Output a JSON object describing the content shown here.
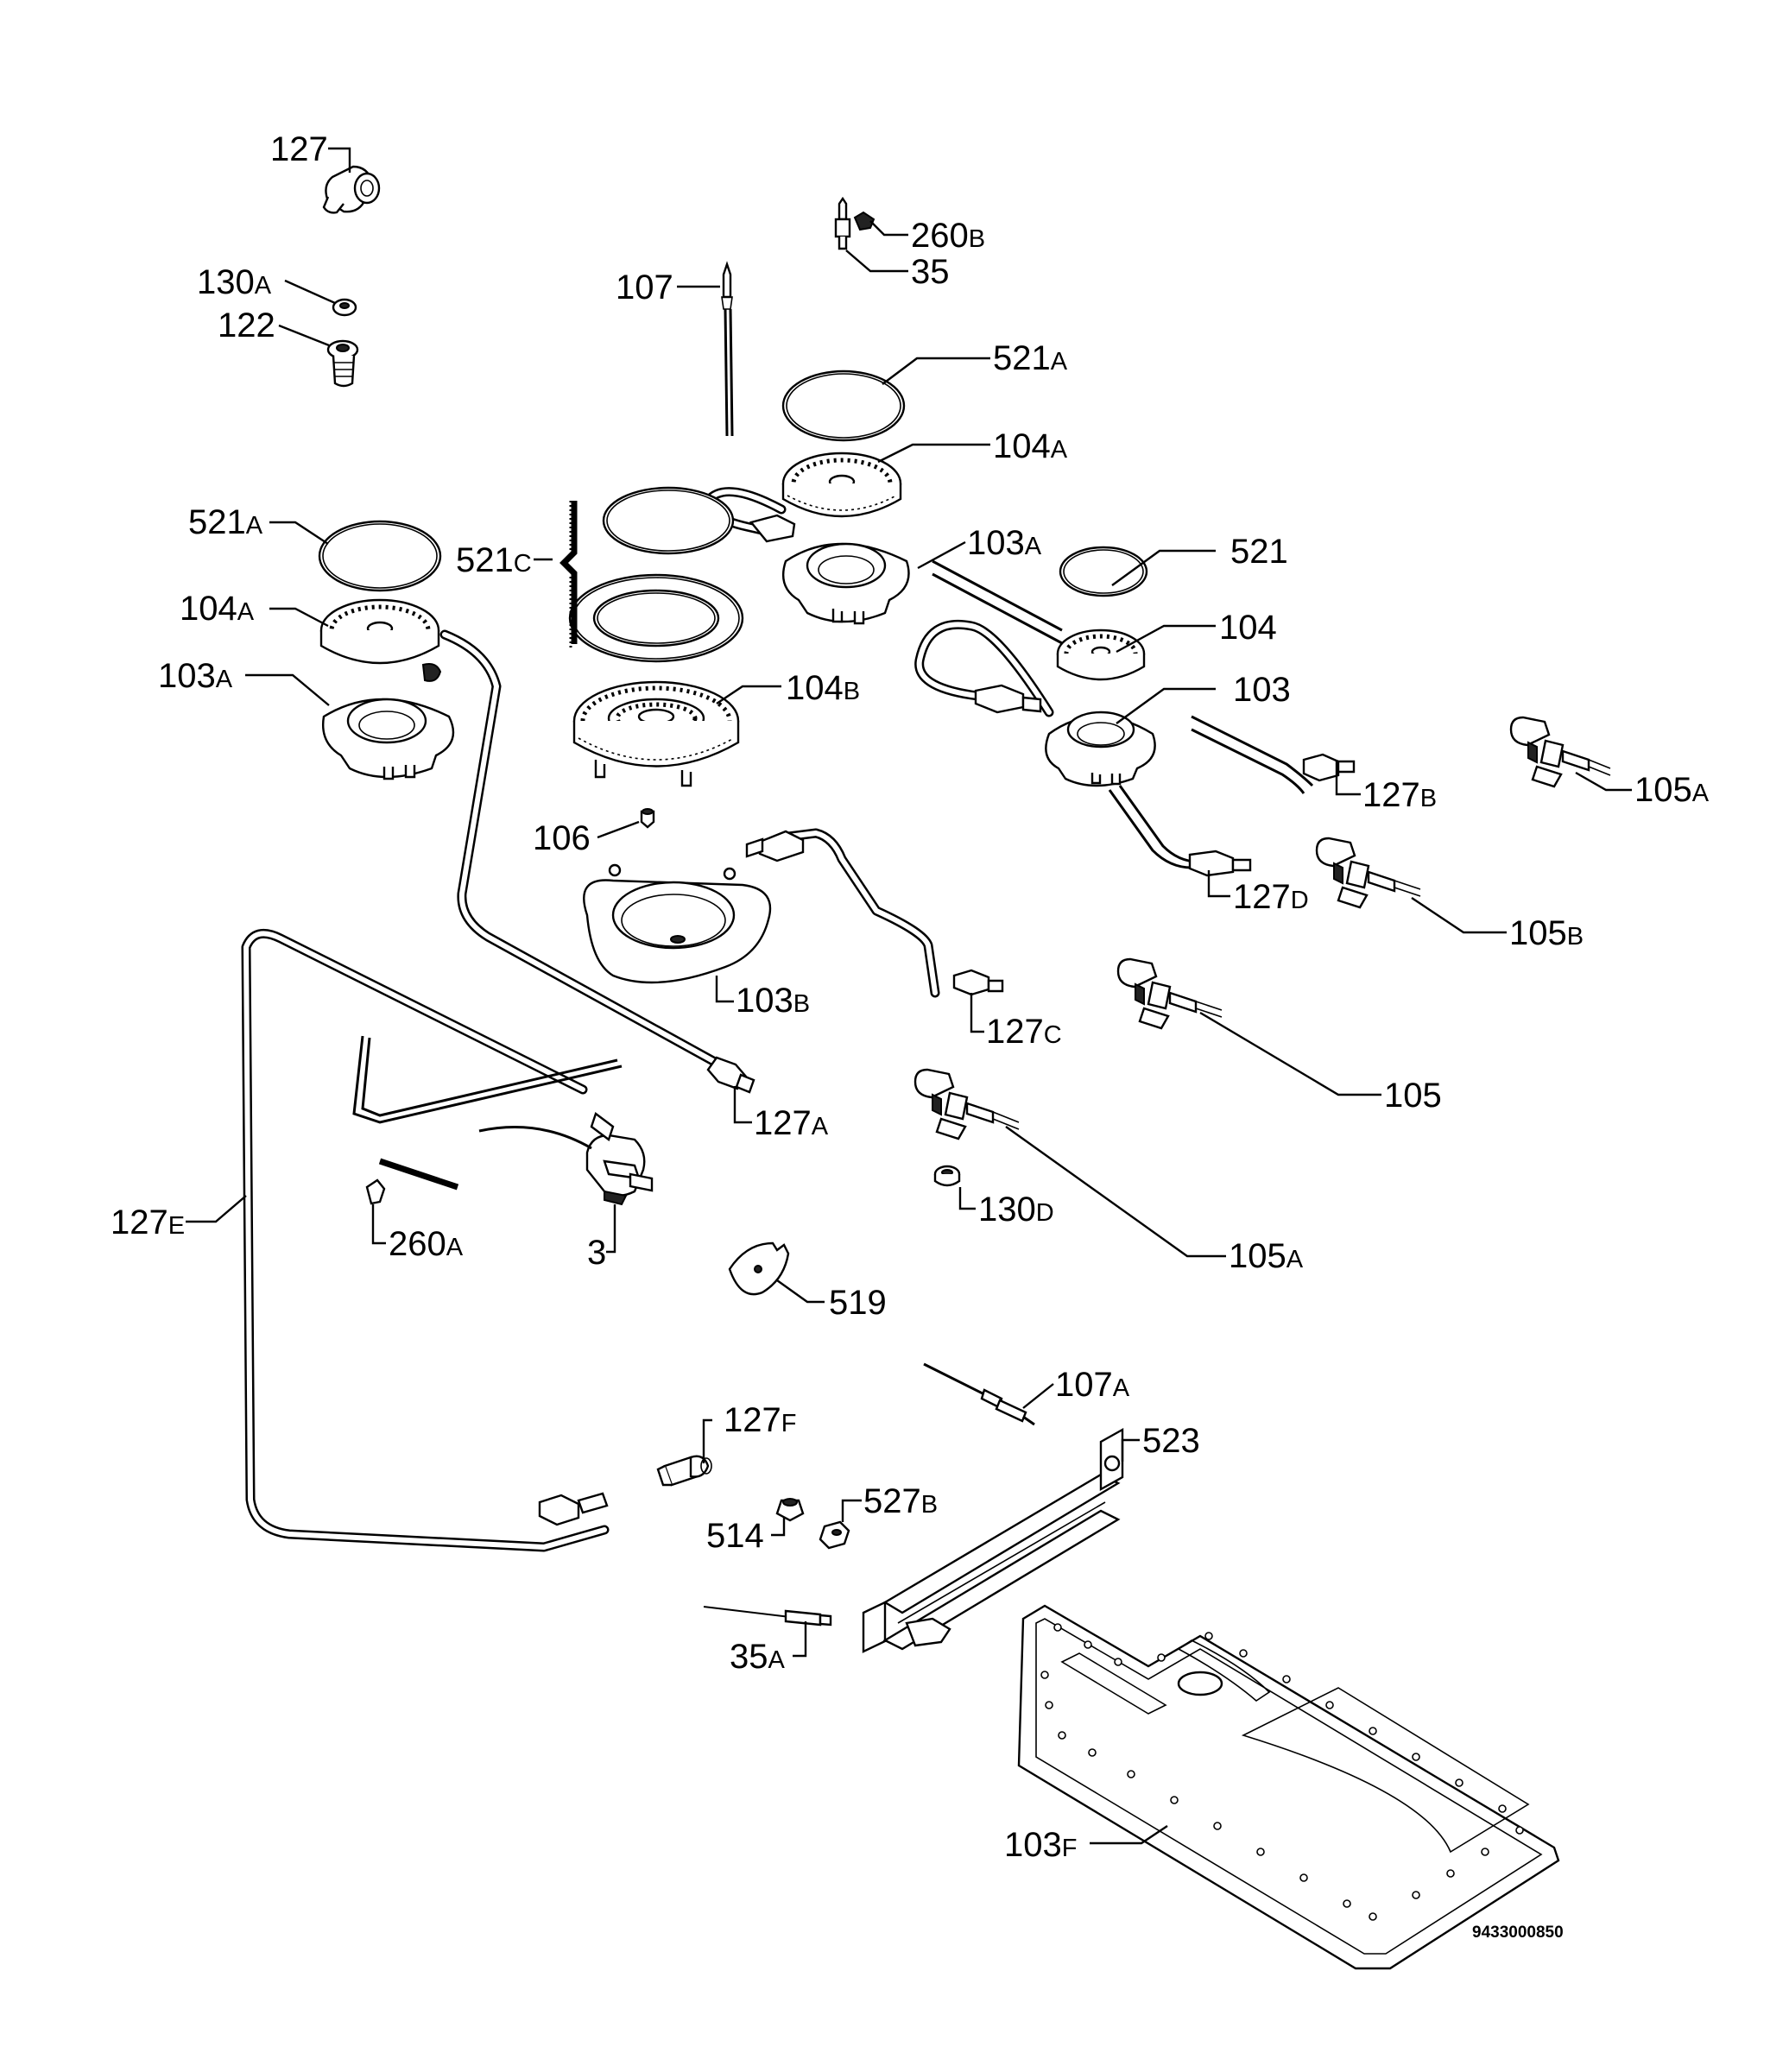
{
  "diagram": {
    "document_code": "9433000850",
    "labels": [
      {
        "id": "127",
        "num": "127",
        "suffix": ""
      },
      {
        "id": "260B",
        "num": "260",
        "suffix": "B"
      },
      {
        "id": "35",
        "num": "35",
        "suffix": ""
      },
      {
        "id": "130A",
        "num": "130",
        "suffix": "A"
      },
      {
        "id": "122",
        "num": "122",
        "suffix": ""
      },
      {
        "id": "107",
        "num": "107",
        "suffix": ""
      },
      {
        "id": "521A-top",
        "num": "521",
        "suffix": "A"
      },
      {
        "id": "104A-top",
        "num": "104",
        "suffix": "A"
      },
      {
        "id": "103A-top",
        "num": "103",
        "suffix": "A"
      },
      {
        "id": "521A-left",
        "num": "521",
        "suffix": "A"
      },
      {
        "id": "521C",
        "num": "521",
        "suffix": "C"
      },
      {
        "id": "104A-left",
        "num": "104",
        "suffix": "A"
      },
      {
        "id": "103A-left",
        "num": "103",
        "suffix": "A"
      },
      {
        "id": "521",
        "num": "521",
        "suffix": ""
      },
      {
        "id": "104",
        "num": "104",
        "suffix": ""
      },
      {
        "id": "103",
        "num": "103",
        "suffix": ""
      },
      {
        "id": "104B",
        "num": "104",
        "suffix": "B"
      },
      {
        "id": "127B",
        "num": "127",
        "suffix": "B"
      },
      {
        "id": "105A-top",
        "num": "105",
        "suffix": "A"
      },
      {
        "id": "106",
        "num": "106",
        "suffix": ""
      },
      {
        "id": "127D",
        "num": "127",
        "suffix": "D"
      },
      {
        "id": "105B",
        "num": "105",
        "suffix": "B"
      },
      {
        "id": "103B",
        "num": "103",
        "suffix": "B"
      },
      {
        "id": "127C",
        "num": "127",
        "suffix": "C"
      },
      {
        "id": "105",
        "num": "105",
        "suffix": ""
      },
      {
        "id": "127A",
        "num": "127",
        "suffix": "A"
      },
      {
        "id": "127E",
        "num": "127",
        "suffix": "E"
      },
      {
        "id": "260A",
        "num": "260",
        "suffix": "A"
      },
      {
        "id": "3",
        "num": "3",
        "suffix": ""
      },
      {
        "id": "130D",
        "num": "130",
        "suffix": "D"
      },
      {
        "id": "105A-bottom",
        "num": "105",
        "suffix": "A"
      },
      {
        "id": "519",
        "num": "519",
        "suffix": ""
      },
      {
        "id": "107A",
        "num": "107",
        "suffix": "A"
      },
      {
        "id": "127F",
        "num": "127",
        "suffix": "F"
      },
      {
        "id": "523",
        "num": "523",
        "suffix": ""
      },
      {
        "id": "527B",
        "num": "527",
        "suffix": "B"
      },
      {
        "id": "514",
        "num": "514",
        "suffix": ""
      },
      {
        "id": "35A",
        "num": "35",
        "suffix": "A"
      },
      {
        "id": "103F",
        "num": "103",
        "suffix": "F"
      }
    ]
  }
}
